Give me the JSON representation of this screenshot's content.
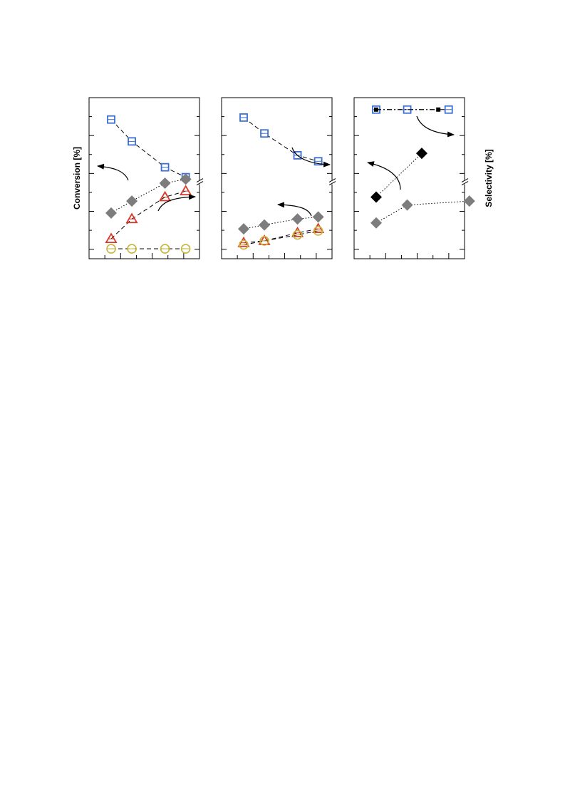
{
  "chart_data": [
    {
      "type": "scatter",
      "ylabel": "Conversion [%]",
      "x": [
        1,
        2,
        3,
        4
      ],
      "series": [
        {
          "marker": "square-open",
          "color": "#3b6fd0",
          "line": "dashed",
          "values": [
            0.95,
            0.84,
            0.71,
            0.66
          ],
          "x": [
            1,
            2,
            3.6,
            4.6
          ]
        },
        {
          "marker": "diamond",
          "color": "#7d7d7d",
          "line": "dotted",
          "values": [
            0.48,
            0.54,
            0.63,
            0.65
          ],
          "x": [
            1,
            2,
            3.6,
            4.6
          ]
        },
        {
          "marker": "triangle-open",
          "color": "#d8392b",
          "line": "dashed",
          "values": [
            0.35,
            0.45,
            0.56,
            0.59
          ],
          "x": [
            1,
            2,
            3.6,
            4.6
          ]
        },
        {
          "marker": "circle-open",
          "color": "#c9b43a",
          "line": "dashed",
          "values": [
            0.3,
            0.3,
            0.3,
            0.3
          ],
          "x": [
            1,
            2,
            3.6,
            4.6
          ]
        }
      ]
    },
    {
      "type": "scatter",
      "x": [
        1,
        2,
        3,
        4
      ],
      "series": [
        {
          "marker": "square-open",
          "color": "#3b6fd0",
          "line": "dashed",
          "values": [
            0.96,
            0.88,
            0.77,
            0.74
          ],
          "x": [
            1,
            2,
            3.6,
            4.6
          ]
        },
        {
          "marker": "diamond",
          "color": "#7d7d7d",
          "line": "dotted",
          "values": [
            0.4,
            0.42,
            0.45,
            0.46
          ],
          "x": [
            1,
            2,
            3.6,
            4.6
          ]
        },
        {
          "marker": "triangle-open",
          "color": "#d8392b",
          "line": "dashed",
          "values": [
            0.33,
            0.34,
            0.38,
            0.4
          ],
          "x": [
            1,
            2,
            3.6,
            4.6
          ]
        },
        {
          "marker": "circle-open",
          "color": "#c9b43a",
          "line": "dashed",
          "values": [
            0.32,
            0.34,
            0.37,
            0.39
          ],
          "x": [
            1,
            2,
            3.6,
            4.6
          ]
        }
      ]
    },
    {
      "type": "scatter",
      "ylabel": "Selectivity [%]",
      "x": [
        1,
        2,
        3,
        4
      ],
      "series": [
        {
          "marker": "square-open",
          "color": "#3b6fd0",
          "line": "dashdot",
          "values": [
            1.0,
            1.0,
            1.0
          ],
          "x": [
            1,
            2.5,
            4.5
          ]
        },
        {
          "marker": "square-filled-small",
          "color": "#000000",
          "line": "dashdot",
          "values": [
            1.0,
            1.0
          ],
          "x": [
            1,
            4
          ]
        },
        {
          "marker": "diamond",
          "color": "#000000",
          "line": "dotted",
          "values": [
            0.56,
            0.78
          ],
          "x": [
            1,
            3.2
          ]
        },
        {
          "marker": "diamond",
          "color": "#7d7d7d",
          "line": "dotted",
          "values": [
            0.43,
            0.52,
            0.54
          ],
          "x": [
            1,
            2.5,
            5.5
          ]
        }
      ]
    }
  ]
}
